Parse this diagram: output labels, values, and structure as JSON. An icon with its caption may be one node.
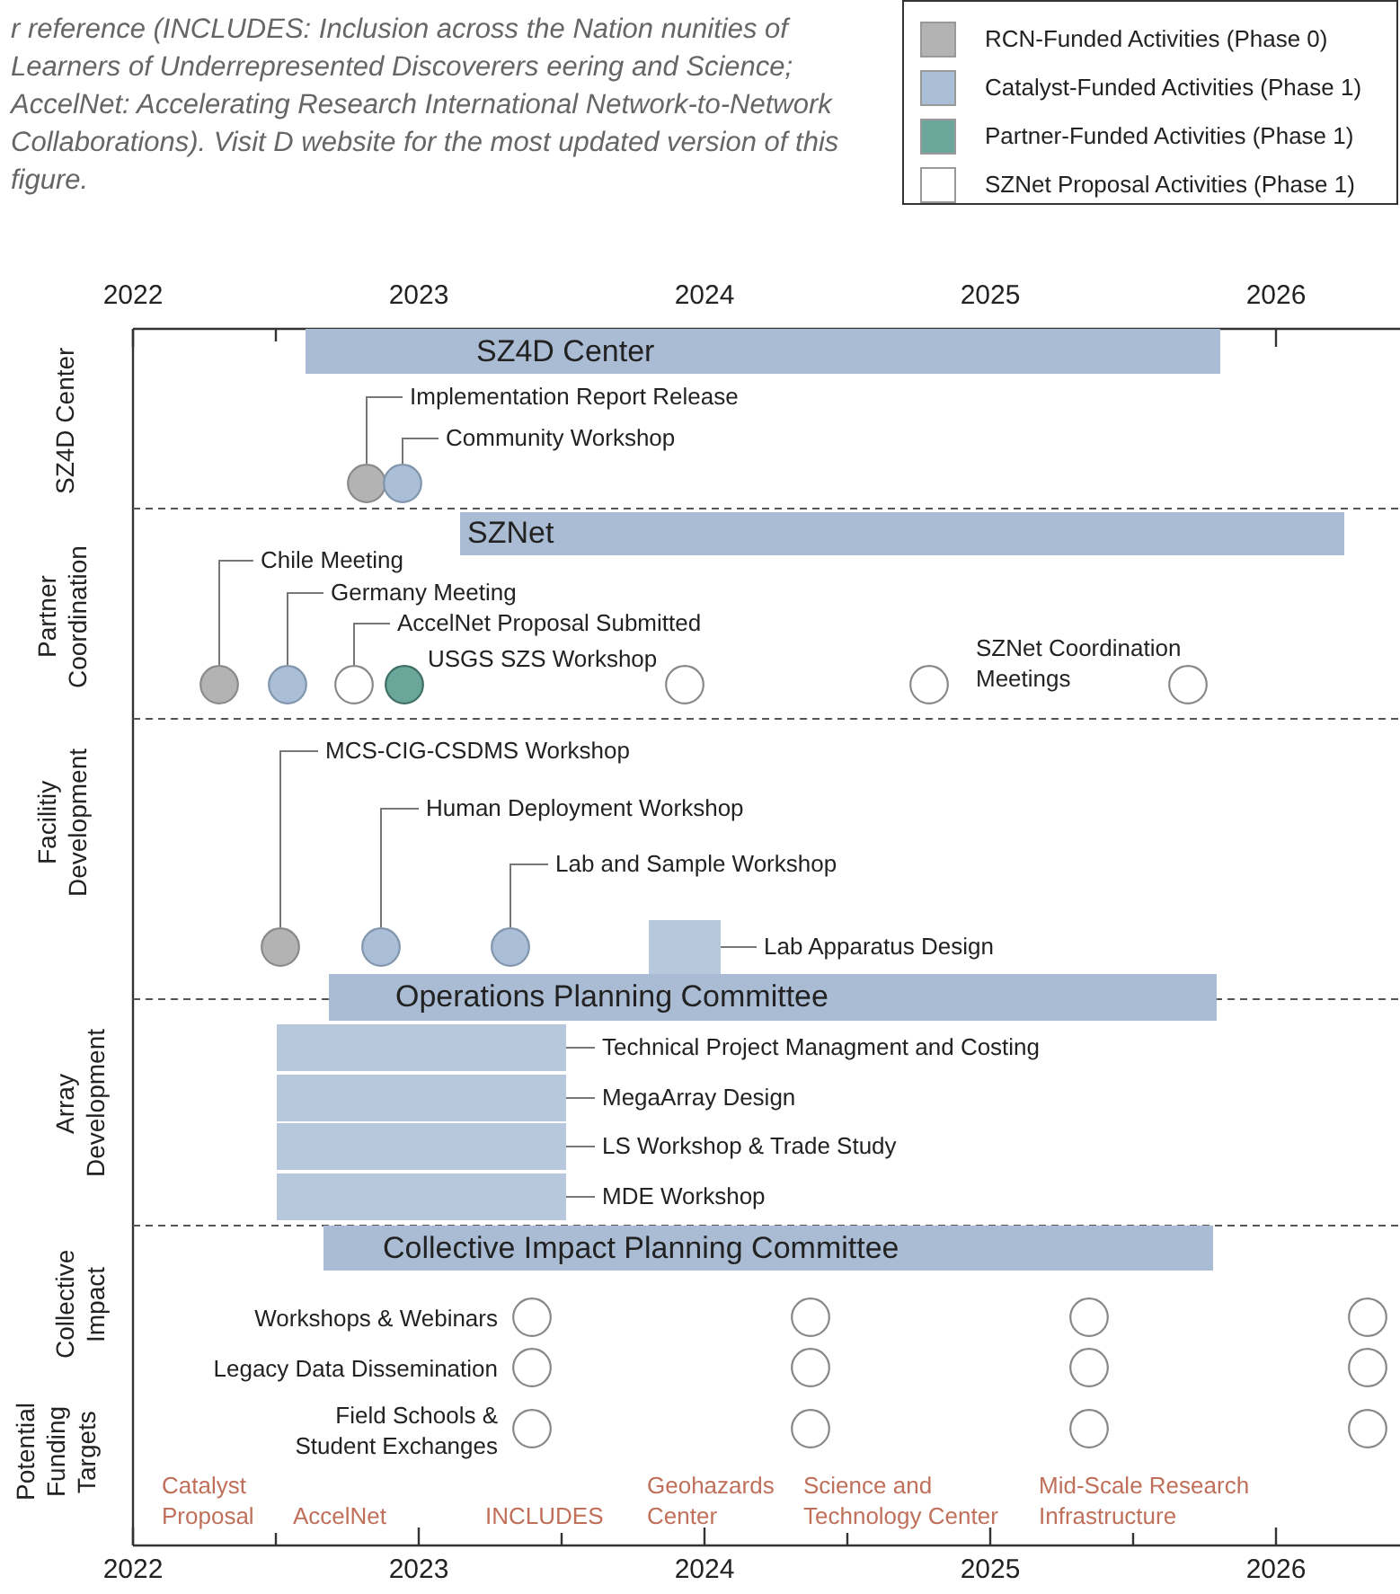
{
  "diagram": {
    "caption": "r reference (INCLUDES: Inclusion across the Nation nunities of Learners of Underrepresented Discoverers eering and Science; AccelNet: Accelerating Research International Network-to-Network Collaborations). Visit D website for the most updated version of this figure.",
    "nodes": [
      {
        "text": [
          "SZ4D Center"
        ]
      },
      {
        "text": [
          "Implementation Report Release"
        ]
      },
      {
        "text": [
          "Community Workshop"
        ]
      },
      {
        "text": [],
        "shape": "circle"
      },
      {
        "text": [],
        "shape": "circle"
      },
      {
        "text": [
          "SZNet"
        ]
      },
      {
        "text": [
          "Chile Meeting"
        ]
      },
      {
        "text": [
          "Germany Meeting"
        ]
      },
      {
        "text": [
          "AccelNet Proposal Submitted"
        ]
      },
      {
        "text": [],
        "shape": "circle"
      },
      {
        "text": [],
        "shape": "circle"
      },
      {
        "text": [],
        "shape": "circle"
      },
      {
        "text": [],
        "shape": "circle",
        "beside": [
          "USGS SZS Workshop"
        ]
      },
      {
        "text": [],
        "shape": "circle"
      },
      {
        "text": [],
        "shape": "circle"
      },
      {
        "text": [],
        "shape": "circle"
      },
      {
        "text": [
          "MCS-CIG-CSDMS Workshop"
        ]
      },
      {
        "text": [
          "Human Deployment Workshop"
        ]
      },
      {
        "text": [
          "Lab and Sample Workshop"
        ]
      },
      {
        "text": [],
        "shape": "circle"
      },
      {
        "text": [],
        "shape": "circle"
      },
      {
        "text": [],
        "shape": "circle"
      },
      {
        "text": [],
        "shape": "box"
      },
      {
        "text": [
          "Lab Apparatus Design"
        ]
      },
      {
        "text": [
          "Operations Planning Committee"
        ]
      },
      {
        "text": [],
        "shape": "box"
      },
      {
        "text": [
          "Technical Project Managment and Costing"
        ]
      },
      {
        "text": [],
        "shape": "box"
      },
      {
        "text": [
          "MegaArray Design"
        ]
      },
      {
        "text": [],
        "shape": "box"
      },
      {
        "text": [
          "LS Workshop & Trade Study"
        ]
      },
      {
        "text": [],
        "shape": "box"
      },
      {
        "text": [
          "MDE Workshop"
        ]
      },
      {
        "text": [
          "Collective Impact Planning Committee"
        ]
      },
      {
        "text": [],
        "shape": "circle"
      },
      {
        "text": [],
        "shape": "circle"
      },
      {
        "text": [],
        "shape": "circle"
      },
      {
        "text": [],
        "shape": "circle"
      },
      {
        "text": [],
        "shape": "circle"
      },
      {
        "text": [],
        "shape": "circle"
      },
      {
        "text": [],
        "shape": "circle"
      },
      {
        "text": [],
        "shape": "circle"
      },
      {
        "text": [],
        "shape": "circle"
      },
      {
        "text": [],
        "shape": "circle"
      },
      {
        "text": [],
        "shape": "circle"
      },
      {
        "text": [],
        "shape": "circle"
      }
    ],
    "edges": [
      {
        "from": 1,
        "to": 3,
        "arrow": "none"
      },
      {
        "from": 2,
        "to": 4,
        "arrow": "none"
      },
      {
        "from": 6,
        "to": 9,
        "arrow": "none"
      },
      {
        "from": 7,
        "to": 10,
        "arrow": "none"
      },
      {
        "from": 8,
        "to": 11,
        "arrow": "none"
      },
      {
        "from": 16,
        "to": 19,
        "arrow": "none"
      },
      {
        "from": 17,
        "to": 20,
        "arrow": "none"
      },
      {
        "from": 18,
        "to": 21,
        "arrow": "none"
      },
      {
        "from": 23,
        "to": 22,
        "arrow": "none"
      },
      {
        "from": 26,
        "to": 25,
        "arrow": "none"
      },
      {
        "from": 28,
        "to": 27,
        "arrow": "none"
      },
      {
        "from": 30,
        "to": 29,
        "arrow": "none"
      },
      {
        "from": 32,
        "to": 31,
        "arrow": "none"
      }
    ],
    "labels": [
      "2022",
      "2023",
      "2024",
      "2025",
      "2026",
      "SZ4D Center",
      "Partner Coordination",
      "SZNet Coordination Meetings",
      "Facilitiy Development",
      "Array Development",
      "Collective Impact",
      "Workshops & Webinars",
      "Legacy Data Dissemination",
      "Field Schools & Student Exchanges",
      "Potential Funding Targets",
      "Catalyst Proposal",
      "AccelNet",
      "INCLUDES",
      "Geohazards Center",
      "Science and Technology Center",
      "Mid-Scale Research Infrastructure",
      "2022",
      "2023",
      "2024",
      "2025",
      "2026"
    ],
    "legend": [
      {
        "text": "RCN-Funded Activities (Phase 0)",
        "color": "#b3b3b3"
      },
      {
        "text": "Catalyst-Funded Activities (Phase 1)",
        "color": "#aabed6"
      },
      {
        "text": "Partner-Funded Activities (Phase 1)",
        "color": "#6aa79a"
      },
      {
        "text": "SZNet Proposal Activities (Phase 1)",
        "color": "#ffffff"
      }
    ]
  }
}
